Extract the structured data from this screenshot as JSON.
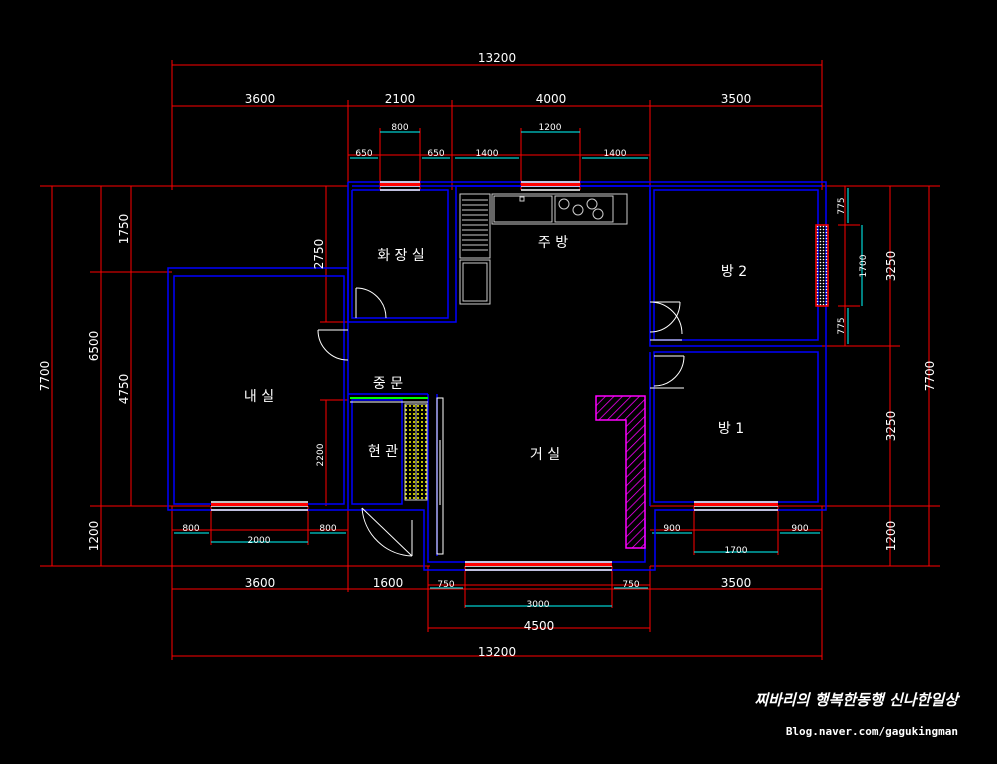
{
  "dims": {
    "top_total": "13200",
    "top_segments": [
      "3600",
      "2100",
      "4000",
      "3500"
    ],
    "win_bath": "800",
    "bath_left": "650",
    "bath_right": "650",
    "win_kitchen": "1200",
    "kitchen_left": "1400",
    "kitchen_right": "1400",
    "bottom_segments": [
      "3600",
      "1600",
      "3500"
    ],
    "bottom_living": "4500",
    "bottom_total": "13200",
    "win_inner_room": "2000",
    "inner_left": "800",
    "inner_right": "800",
    "win_living": "3000",
    "living_left": "750",
    "living_right": "750",
    "win_room1": "1700",
    "room1_left": "900",
    "room1_right": "900",
    "left_total": "7700",
    "left_mid": "6500",
    "left_top": "1750",
    "left_inner": "4750",
    "left_bottom": "1200",
    "bath_height": "2750",
    "entry_height": "2200",
    "right_total": "7700",
    "right_room2": "3250",
    "right_room1": "3250",
    "right_bottom": "1200",
    "win_room2_top": "775",
    "win_room2": "1700",
    "win_room2_bottom": "775"
  },
  "rooms": {
    "bathroom": "화 장 실",
    "kitchen": "주 방",
    "room2": "방 2",
    "inner_room": "내 실",
    "middle_door": "중 문",
    "entrance": "현 관",
    "living": "거 실",
    "room1": "방 1"
  },
  "watermark": {
    "line1": "찌바리의 행복한동행  신나한일상",
    "line2": "Blog.naver.com/gagukingman"
  },
  "colors": {
    "dimension": "#ff0000",
    "wall": "#0000ff",
    "text": "#ffffff",
    "fixture": "#cccccc",
    "window_blue": "#00ffff",
    "hatch": "#ff00ff",
    "shoe_rack": "#ffff00"
  }
}
